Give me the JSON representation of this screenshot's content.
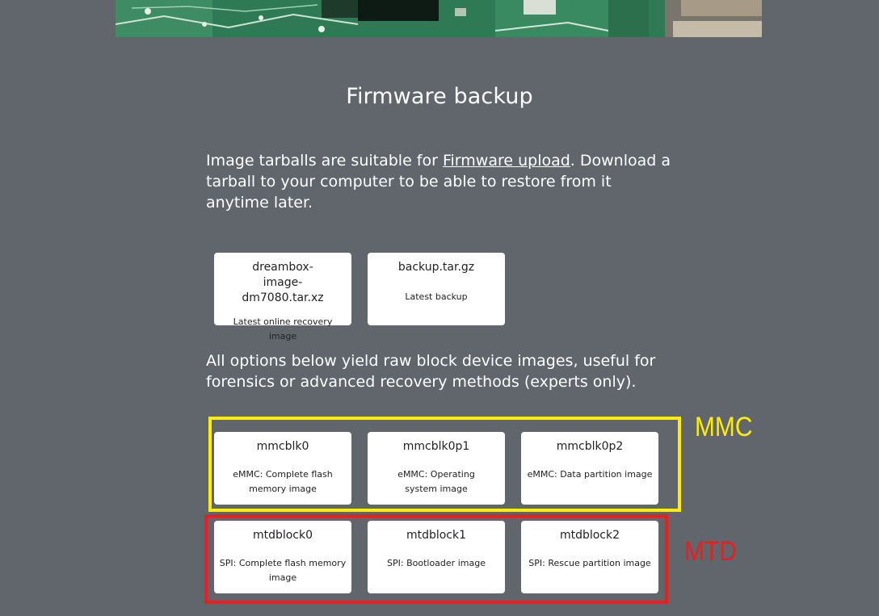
{
  "page": {
    "title": "Firmware backup",
    "intro_before_link": "Image tarballs are suitable for ",
    "intro_link": "Firmware upload",
    "intro_after_link": ". Download a tarball to your computer to be able to restore from it anytime later.",
    "raw_note": "All options below yield raw block device images, useful for forensics or advanced recovery methods (experts only)."
  },
  "tarballs": [
    {
      "name": "dreambox-image-dm7080.tar.xz",
      "desc": "Latest online recovery image"
    },
    {
      "name": "backup.tar.gz",
      "desc": "Latest backup"
    }
  ],
  "mmc": {
    "label": "MMC",
    "color": "#ffee00",
    "items": [
      {
        "name": "mmcblk0",
        "desc": "eMMC: Complete flash memory image"
      },
      {
        "name": "mmcblk0p1",
        "desc": "eMMC: Operating system image"
      },
      {
        "name": "mmcblk0p2",
        "desc": "eMMC: Data partition image"
      }
    ]
  },
  "mtd": {
    "label": "MTD",
    "color": "#ee1c1c",
    "items": [
      {
        "name": "mtdblock0",
        "desc": "SPI: Complete flash memory image"
      },
      {
        "name": "mtdblock1",
        "desc": "SPI: Bootloader image"
      },
      {
        "name": "mtdblock2",
        "desc": "SPI: Rescue partition image"
      }
    ]
  }
}
